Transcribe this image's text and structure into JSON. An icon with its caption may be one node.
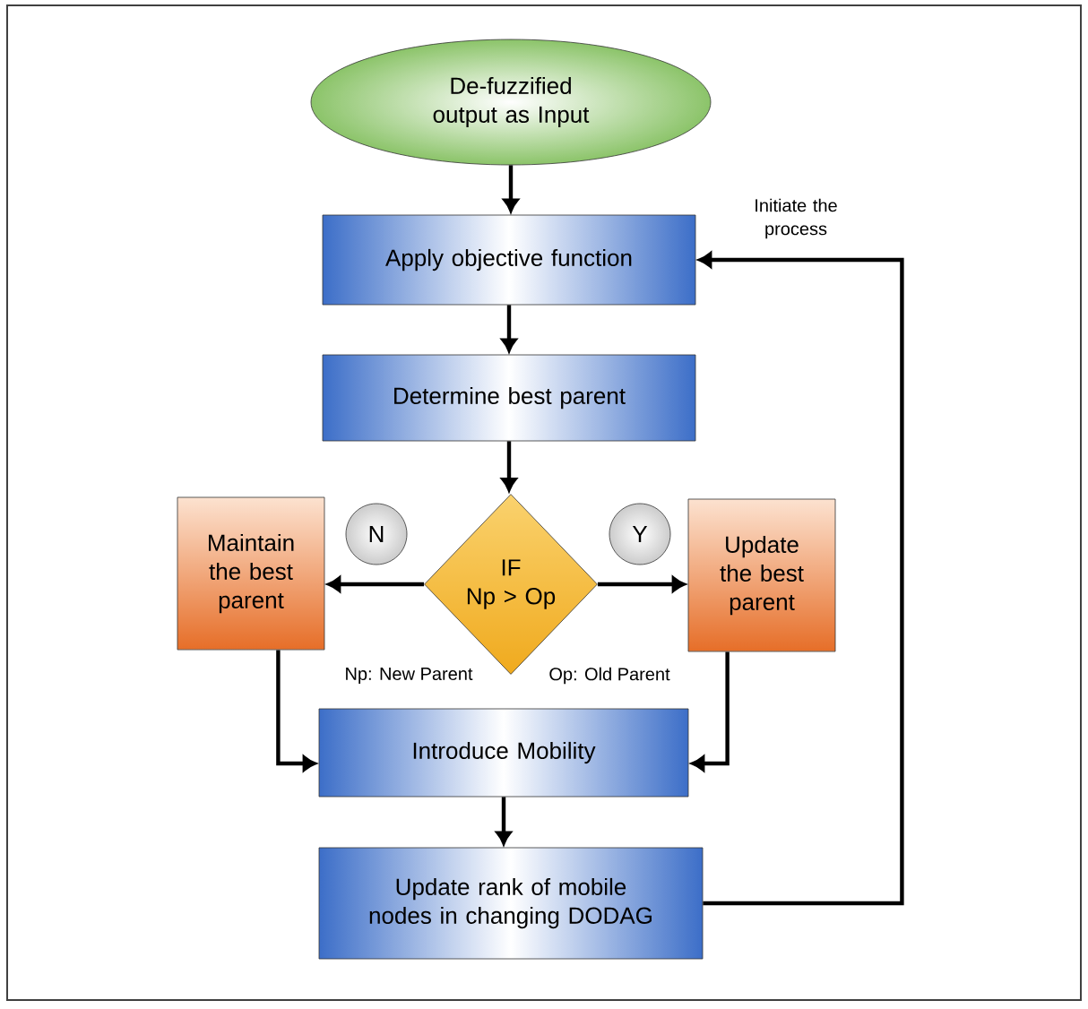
{
  "diagram": {
    "nodes": [
      {
        "text": [
          "De-fuzzified output as Input"
        ]
      },
      {
        "text": [
          "Apply objective function"
        ]
      },
      {
        "text": [
          "Determine best parent"
        ]
      },
      {
        "text": [
          "IF",
          "Np > Op"
        ]
      },
      {
        "text": [
          "Maintain the best parent"
        ]
      },
      {
        "text": [
          "Update the best parent"
        ]
      },
      {
        "text": [
          "N"
        ]
      },
      {
        "text": [
          "Y"
        ]
      },
      {
        "text": [
          "Introduce Mobility"
        ]
      },
      {
        "text": [
          "Update rank of mobile nodes in changing DODAG"
        ]
      }
    ],
    "edges": [
      {
        "from": 0,
        "to": 1,
        "arrow": "to"
      },
      {
        "from": 1,
        "to": 2,
        "arrow": "to"
      },
      {
        "from": 2,
        "to": 3,
        "arrow": "to"
      },
      {
        "from": 3,
        "to": 4,
        "arrow": "to"
      },
      {
        "from": 3,
        "to": 5,
        "arrow": "to"
      },
      {
        "from": 4,
        "to": 8,
        "arrow": "to"
      },
      {
        "from": 5,
        "to": 8,
        "arrow": "to"
      },
      {
        "from": 8,
        "to": 9,
        "arrow": "to"
      },
      {
        "from": 9,
        "to": 1,
        "arrow": "to",
        "label": "Initiate the process"
      }
    ],
    "labels": [
      "Np: New Parent",
      "Op: Old Parent"
    ]
  }
}
